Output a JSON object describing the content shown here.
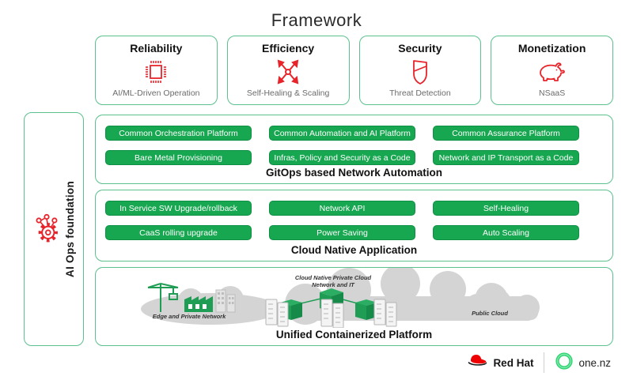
{
  "title": "Framework",
  "pillars": [
    {
      "label": "Reliability",
      "sublabel": "AI/ML-Driven Operation",
      "icon": "chip-icon"
    },
    {
      "label": "Efficiency",
      "sublabel": "Self-Healing & Scaling",
      "icon": "expand-arrows-icon"
    },
    {
      "label": "Security",
      "sublabel": "Threat Detection",
      "icon": "shield-icon"
    },
    {
      "label": "Monetization",
      "sublabel": "NSaaS",
      "icon": "piggy-bank-icon"
    }
  ],
  "sidebar": {
    "label": "AI Ops foundation",
    "icon": "aiops-gear-icon"
  },
  "sections": [
    {
      "title": "GitOps based Network Automation",
      "buttons": [
        "Common Orchestration Platform",
        "Common Automation and AI Platform",
        "Common Assurance Platform",
        "Bare Metal Provisioning",
        "Infras, Policy and Security as a Code",
        "Network and IP Transport as a Code"
      ]
    },
    {
      "title": "Cloud Native Application",
      "buttons": [
        "In Service SW Upgrade/rollback",
        "Network API",
        "Self-Healing",
        "CaaS rolling upgrade",
        "Power Saving",
        "Auto Scaling"
      ]
    },
    {
      "title": "Unified Containerized Platform",
      "labels": {
        "edge": "Edge and Private Network",
        "private_line1": "Cloud Native Private Cloud",
        "private_line2": "Network and IT",
        "public": "Public Cloud"
      }
    }
  ],
  "footer": {
    "redhat_label": "Red Hat",
    "onenz_label": "one.nz"
  },
  "colors": {
    "box_border": "#5CC18E",
    "button_green": "#17A750",
    "button_border": "#0E8F43",
    "icon_red": "#E8242B",
    "redhat_red": "#EE0000",
    "onenz_green": "#2FD36F",
    "cloud_gray": "#D4D4D4",
    "illustration_green": "#1F9D55"
  }
}
